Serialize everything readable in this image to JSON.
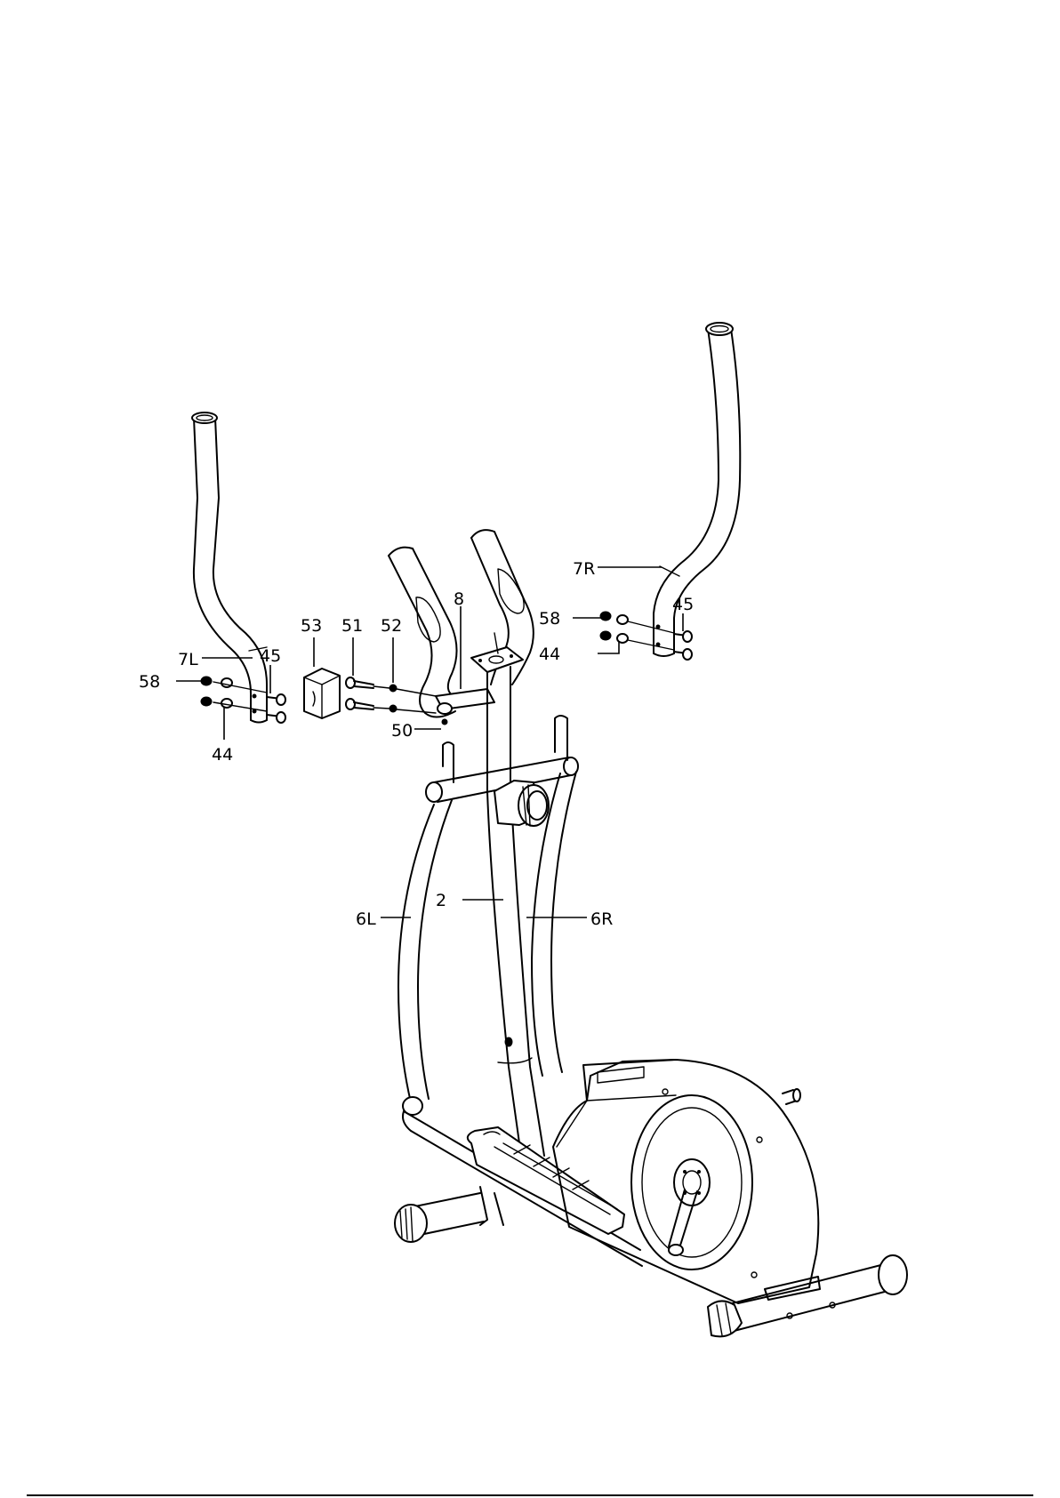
{
  "diagram": {
    "callouts": {
      "label_7r": "7R",
      "label_58_right": "58",
      "label_45_right": "45",
      "label_44_right": "44",
      "label_53": "53",
      "label_51": "51",
      "label_52": "52",
      "label_8": "8",
      "label_7l": "7L",
      "label_45_left": "45",
      "label_58_left": "58",
      "label_50": "50",
      "label_44_left": "44",
      "label_2": "2",
      "label_6l": "6L",
      "label_6r": "6R"
    }
  }
}
